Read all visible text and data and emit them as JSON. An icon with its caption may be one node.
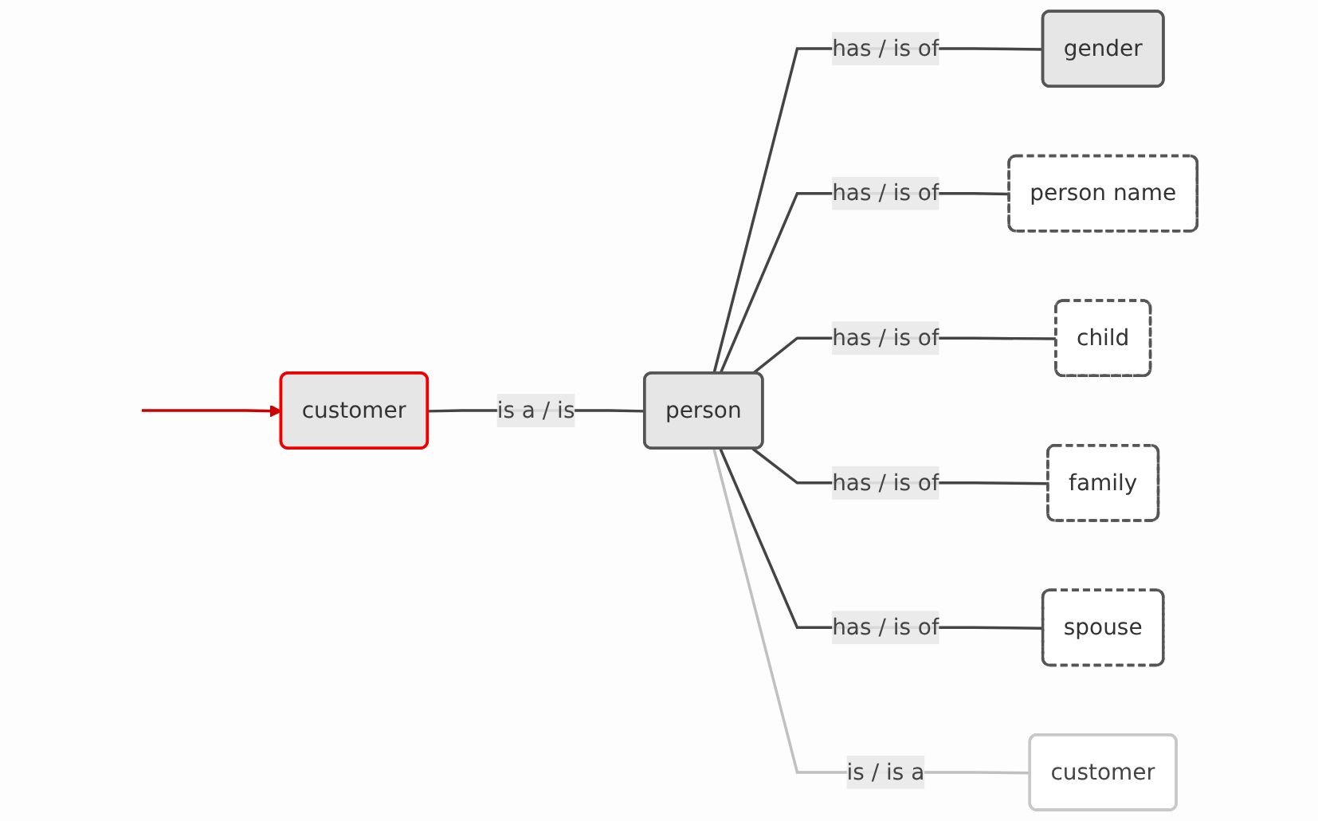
{
  "diagram": {
    "nodes": [
      {
        "text": [
          "customer"
        ]
      },
      {
        "text": [
          "person"
        ]
      },
      {
        "text": [
          "gender"
        ]
      },
      {
        "text": [
          "person name"
        ]
      },
      {
        "text": [
          "child"
        ]
      },
      {
        "text": [
          "family"
        ]
      },
      {
        "text": [
          "spouse"
        ]
      },
      {
        "text": [
          "customer"
        ]
      }
    ],
    "edges": [
      {
        "from": null,
        "to": 0,
        "arrow": "to",
        "color": "#cc0000"
      },
      {
        "from": 0,
        "to": 1,
        "arrow": "none",
        "label": "is a / is"
      },
      {
        "from": 1,
        "to": 2,
        "arrow": "none",
        "label": "has / is of"
      },
      {
        "from": 1,
        "to": 3,
        "arrow": "none",
        "label": "has / is of"
      },
      {
        "from": 1,
        "to": 4,
        "arrow": "none",
        "label": "has / is of"
      },
      {
        "from": 1,
        "to": 5,
        "arrow": "none",
        "label": "has / is of"
      },
      {
        "from": 1,
        "to": 6,
        "arrow": "none",
        "label": "has / is of"
      },
      {
        "from": 1,
        "to": 7,
        "arrow": "none",
        "label": "is / is a",
        "color": "#c0c0c0"
      }
    ]
  }
}
